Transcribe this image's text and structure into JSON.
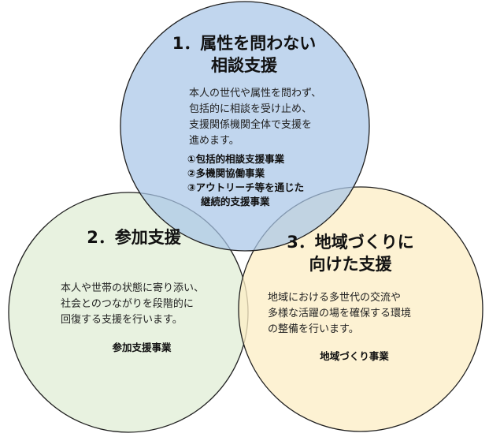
{
  "circles": [
    {
      "id": "circle-1",
      "fill": "#a9c6e7",
      "title_lines": [
        "1．属性を問わない",
        "相談支援"
      ],
      "body_lines": [
        "本人の世代や属性を問わず、",
        "包括的に相談を受け止め、",
        "支援関係機関全体で支援を",
        "進めます。"
      ],
      "projects": [
        "①包括的相談支援事業",
        "②多機関協働事業",
        "③アウトリーチ等を通じた",
        "継続的支援事業"
      ]
    },
    {
      "id": "circle-2",
      "fill": "#e3efd9",
      "title_lines": [
        "2．参加支援"
      ],
      "body_lines": [
        "本人や世帯の状態に寄り添い、",
        "社会とのつながりを段階的に",
        "回復する支援を行います。"
      ],
      "project": "参加支援事業"
    },
    {
      "id": "circle-3",
      "fill": "#fdeec7",
      "title_lines": [
        "3．地域づくりに",
        "向けた支援"
      ],
      "body_lines": [
        "地域における多世代の交流や",
        "多様な活躍の場を確保する環境",
        "の整備を行います。"
      ],
      "project": "地域づくり事業"
    }
  ],
  "outline_color": "#1f1f1f"
}
